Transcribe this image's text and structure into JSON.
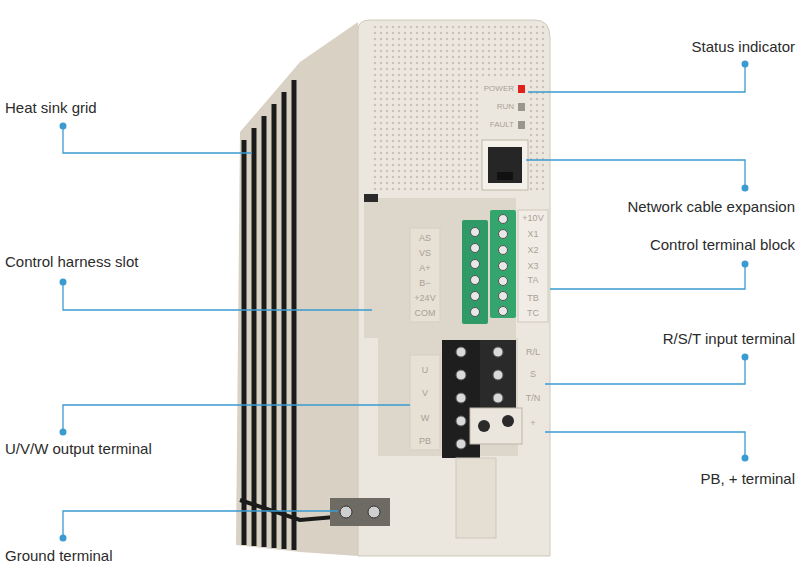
{
  "diagram": {
    "labels": [
      "Status indicator",
      "Heat sink grid",
      "Network cable expansion",
      "Control terminal block",
      "Control harness slot",
      "R/S/T input terminal",
      "U/V/W output terminal",
      "PB, + terminal",
      "Ground terminal",
      "POWER",
      "RUN",
      "FAULT",
      "+10V",
      "X1",
      "X2",
      "X3",
      "TA",
      "TB",
      "TC",
      "AS",
      "VS",
      "A+",
      "B−",
      "+24V",
      "COM",
      "R/L",
      "S",
      "T/N",
      "+",
      "U",
      "V",
      "W",
      "PB"
    ]
  }
}
